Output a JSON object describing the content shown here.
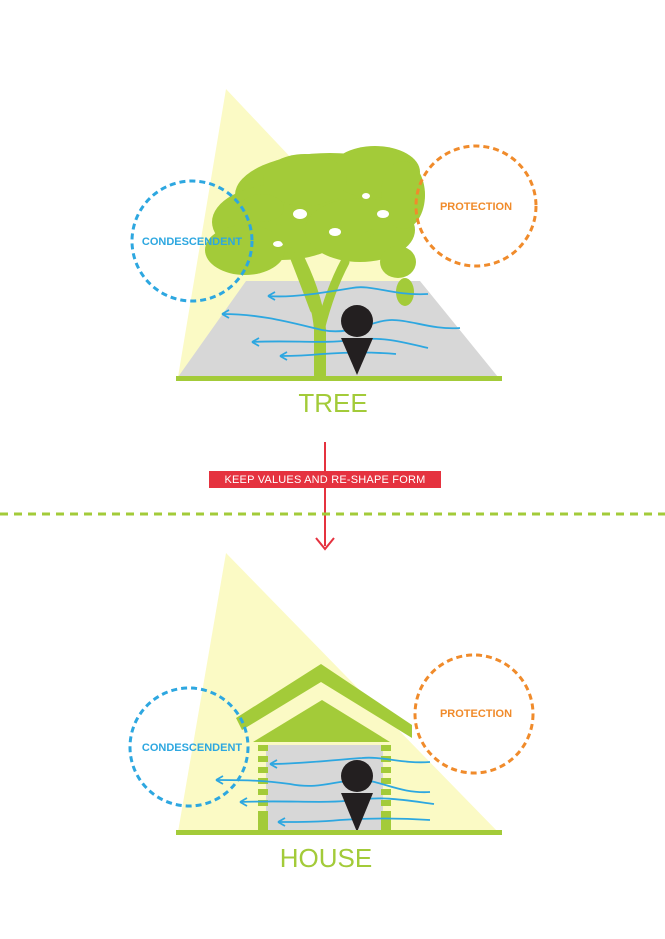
{
  "top": {
    "left_circle_label": "CONDESCENDENT",
    "right_circle_label": "PROTECTION",
    "title": "TREE"
  },
  "transition": {
    "banner_text": "KEEP VALUES AND RE-SHAPE FORM"
  },
  "bottom": {
    "left_circle_label": "CONDESCENDENT",
    "right_circle_label": "PROTECTION",
    "title": "HOUSE"
  },
  "colors": {
    "green": "#a3cb39",
    "light_yellow": "#fbfac5",
    "gray_floor": "#d7d7d7",
    "blue": "#2da7e0",
    "orange": "#f08b2b",
    "red": "#e5323f",
    "person": "#231f20"
  }
}
